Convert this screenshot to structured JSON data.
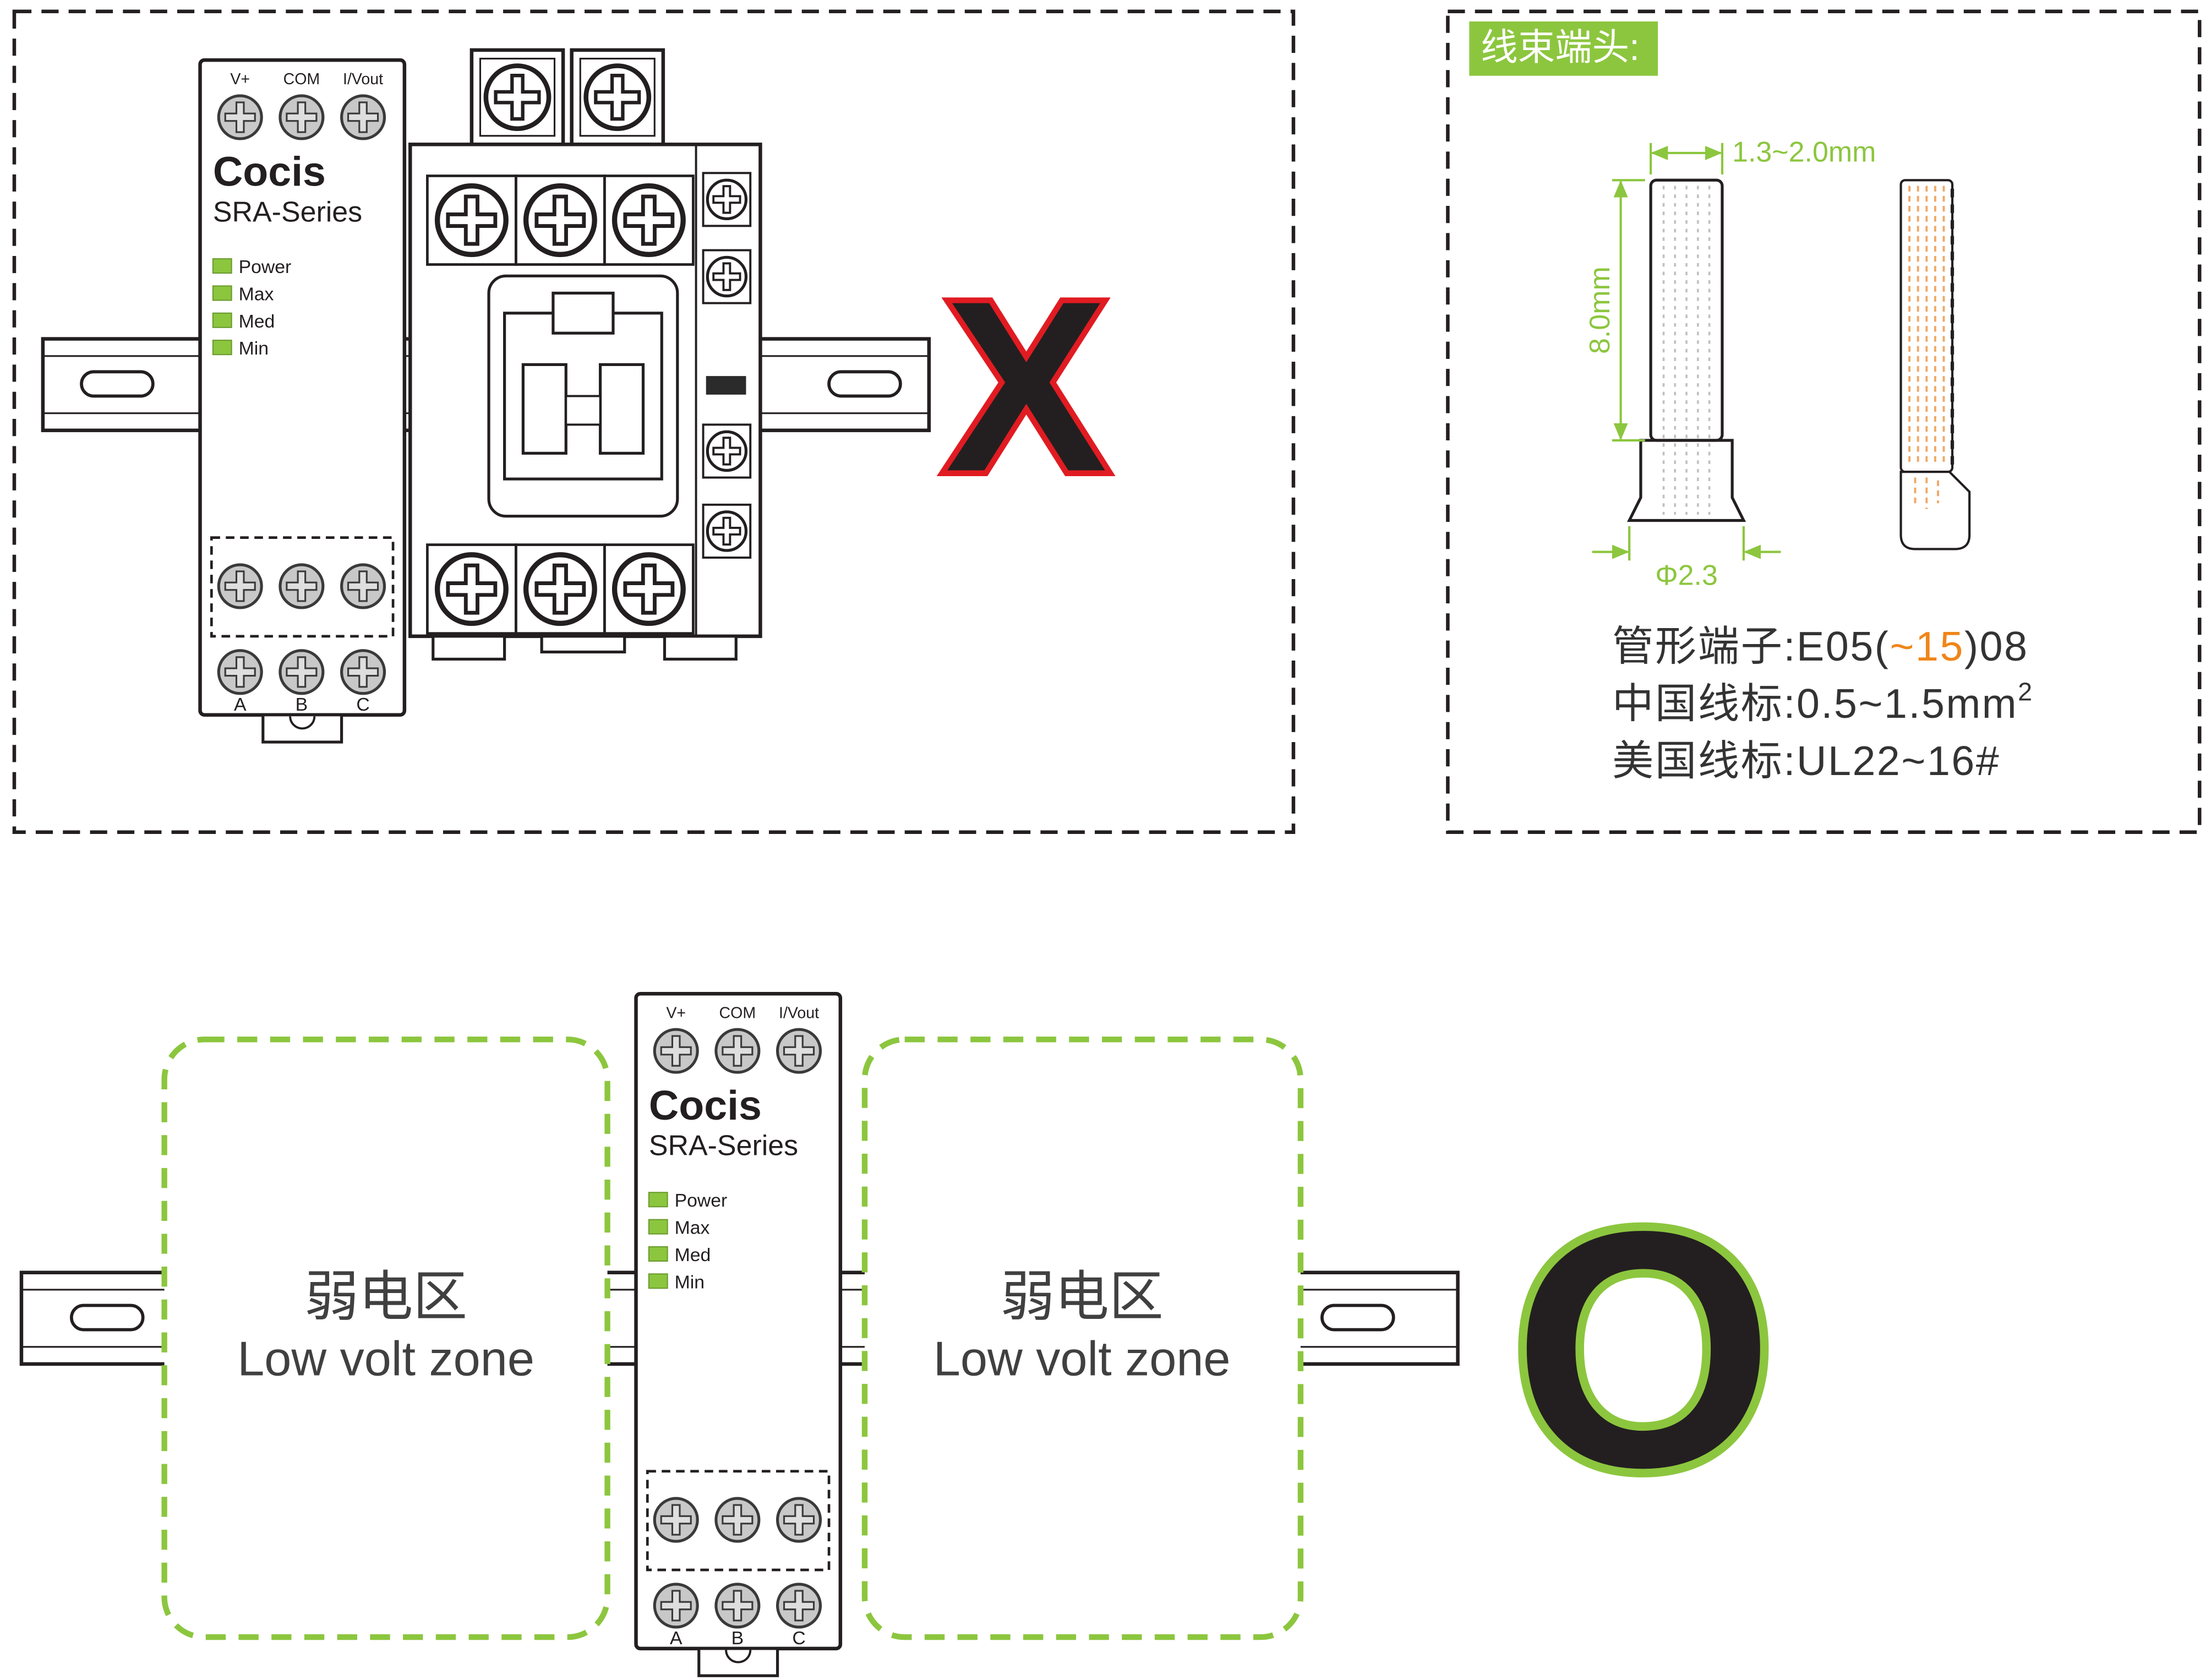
{
  "colors": {
    "green": "#8cc63e",
    "red": "#e11b22",
    "orange": "#f08519",
    "strand_orange": "#f0a868",
    "screw_gray": "#c8c8c8",
    "led_green": "#8cc63e"
  },
  "module": {
    "brand": "Cocis",
    "series": "SRA-Series",
    "terminals_top": [
      "V+",
      "COM",
      "I/Vout"
    ],
    "leds": [
      "Power",
      "Max",
      "Med",
      "Min"
    ],
    "terminals_bottom": [
      "A",
      "B",
      "C"
    ]
  },
  "wrong_panel": {
    "mark": "X"
  },
  "ferrule_panel": {
    "title": "线束端头:",
    "dim_width": "1.3~2.0mm",
    "dim_length": "8.0mm",
    "dim_diameter": "Φ2.3",
    "spec_line1_prefix": "管形端子:E05(",
    "spec_line1_highlight": "~15",
    "spec_line1_suffix": ")08",
    "spec_line2_text": "中国线标:0.5~1.5mm",
    "spec_line2_sup": "2",
    "spec_line3": "美国线标:UL22~16#"
  },
  "correct_panel": {
    "mark": "O",
    "zone_cn": "弱电区",
    "zone_en": "Low volt zone"
  }
}
